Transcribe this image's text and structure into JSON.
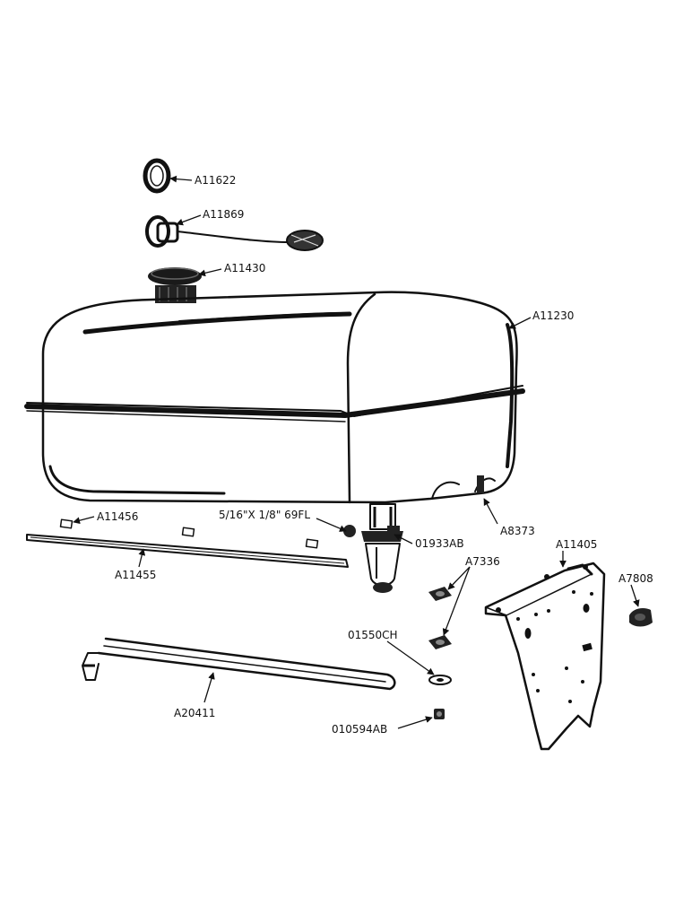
{
  "colors": {
    "ink": "#111111",
    "paper": "#ffffff"
  },
  "labels": {
    "a11622": "A11622",
    "a11869": "A11869",
    "a11430": "A11430",
    "a11230": "A11230",
    "a11456": "A11456",
    "bolt": "5/16\"X 1/8\" 69FL",
    "o1933ab": "01933AB",
    "a8373": "A8373",
    "a11405": "A11405",
    "a7336": "A7336",
    "a7808": "A7808",
    "a11455": "A11455",
    "o1550ch": "01550CH",
    "a20411": "A20411",
    "o10594ab": "010594AB"
  }
}
